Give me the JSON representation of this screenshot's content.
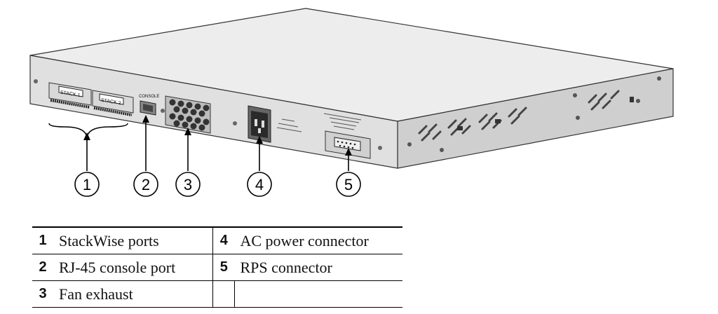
{
  "device_labels": {
    "stack1": "STACK 1",
    "stack2": "STACK 2",
    "console": "CONSOLE"
  },
  "callouts": [
    {
      "number": "1"
    },
    {
      "number": "2"
    },
    {
      "number": "3"
    },
    {
      "number": "4"
    },
    {
      "number": "5"
    }
  ],
  "legend": [
    {
      "left_num": "1",
      "left_text": "StackWise ports",
      "right_num": "4",
      "right_text": "AC power connector"
    },
    {
      "left_num": "2",
      "left_text": "RJ-45 console port",
      "right_num": "5",
      "right_text": "RPS connector"
    },
    {
      "left_num": "3",
      "left_text": "Fan exhaust",
      "right_num": "",
      "right_text": ""
    }
  ]
}
